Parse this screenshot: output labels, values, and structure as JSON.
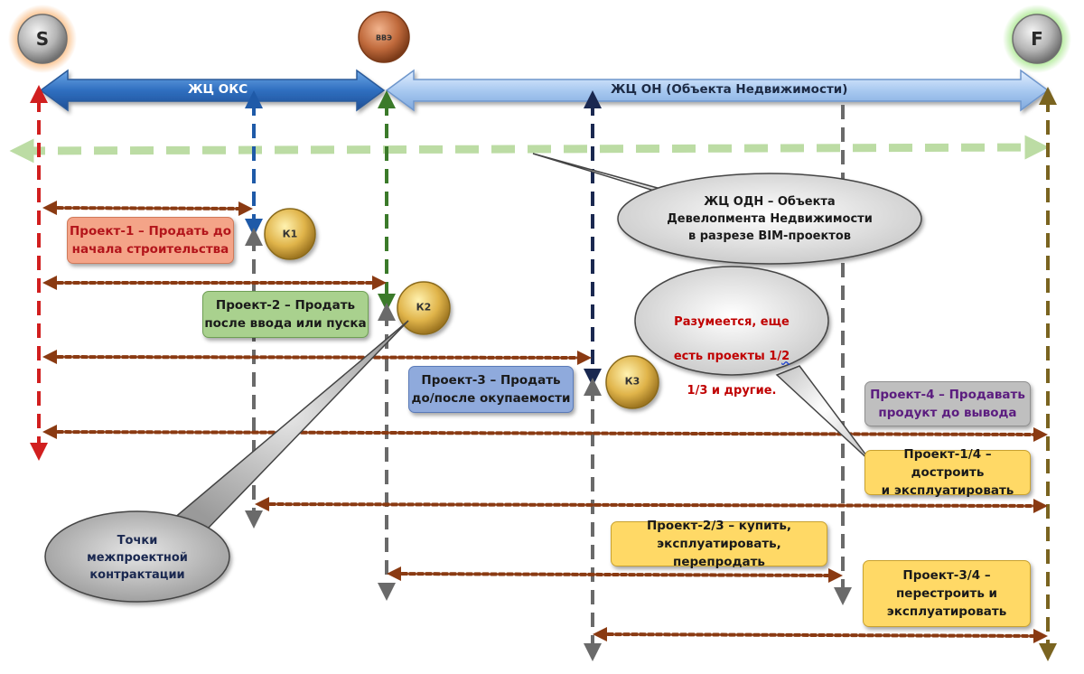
{
  "milestones": {
    "start": "S",
    "middle": "ВВЭ",
    "finish": "F"
  },
  "bands": {
    "oks": "ЖЦ ОКС",
    "on": "ЖЦ ОН (Объекта Недвижимости)"
  },
  "contracts": {
    "k1": "К1",
    "k2": "К2",
    "k3": "К3"
  },
  "projects": {
    "p1": "Проект-1 – Продать до\nначала строительства",
    "p2": "Проект-2 – Продать\nпосле ввода или пуска",
    "p3": "Проект-3 – Продать\nдо/после окупаемости",
    "p4": "Проект-4 – Продавать\nпродукт до вывода",
    "p14": "Проект-1/4 – достроить\nи эксплуатировать",
    "p23": "Проект-2/3 – купить,\nэксплуатировать, перепродать",
    "p34": "Проект-3/4 –\nперестроить и\nэксплуатировать"
  },
  "callouts": {
    "odn": "ЖЦ ОДН – Объекта\nДевелопмента Недвижимости\nв разрезе BIM-проектов",
    "extra_line1": "Разумеется, еще",
    "extra_line2_a": "есть проекты 1/",
    "extra_line2_b": "2",
    "extra_line3": "1/3 и другие.",
    "points": "Точки\nмежпроектной\nконтрактации"
  },
  "colors": {
    "red": "#d11f1f",
    "blue": "#1f5aa8",
    "green": "#3b7a2a",
    "navy": "#1a2850",
    "gray": "#6a6a6a",
    "olive": "#7a6420",
    "light_green": "#bcdca4",
    "brown": "#8a3a12",
    "p1_fill": "#f4a488",
    "p2_fill": "#a9d18e",
    "p3_fill": "#8faadc",
    "p4_fill": "#bfbfbf",
    "yellow_fill": "#ffd966",
    "extra_text": "#c00000",
    "p4_text": "#5b1c7f"
  }
}
